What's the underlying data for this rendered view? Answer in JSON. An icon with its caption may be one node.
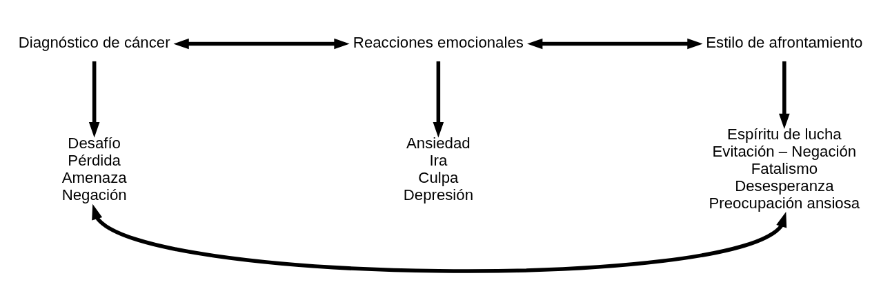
{
  "diagram": {
    "nodes": [
      {
        "text": [
          "Diagnóstico de cáncer"
        ]
      },
      {
        "text": [
          "Reacciones emocionales"
        ]
      },
      {
        "text": [
          "Estilo de afrontamiento"
        ]
      },
      {
        "text": [
          "Desafío",
          "Pérdida",
          "Amenaza",
          "Negación"
        ]
      },
      {
        "text": [
          "Ansiedad",
          "Ira",
          "Culpa",
          "Depresión"
        ]
      },
      {
        "text": [
          "Espíritu de lucha",
          "Evitación – Negación",
          "Fatalismo",
          "Desesperanza",
          "Preocupación ansiosa"
        ]
      }
    ],
    "edges": [
      {
        "from": 0,
        "to": 1,
        "arrow": "both"
      },
      {
        "from": 1,
        "to": 2,
        "arrow": "both"
      },
      {
        "from": 0,
        "to": 3,
        "arrow": "to"
      },
      {
        "from": 1,
        "to": 4,
        "arrow": "to"
      },
      {
        "from": 2,
        "to": 5,
        "arrow": "to"
      },
      {
        "from": 3,
        "to": 5,
        "arrow": "both"
      }
    ]
  }
}
